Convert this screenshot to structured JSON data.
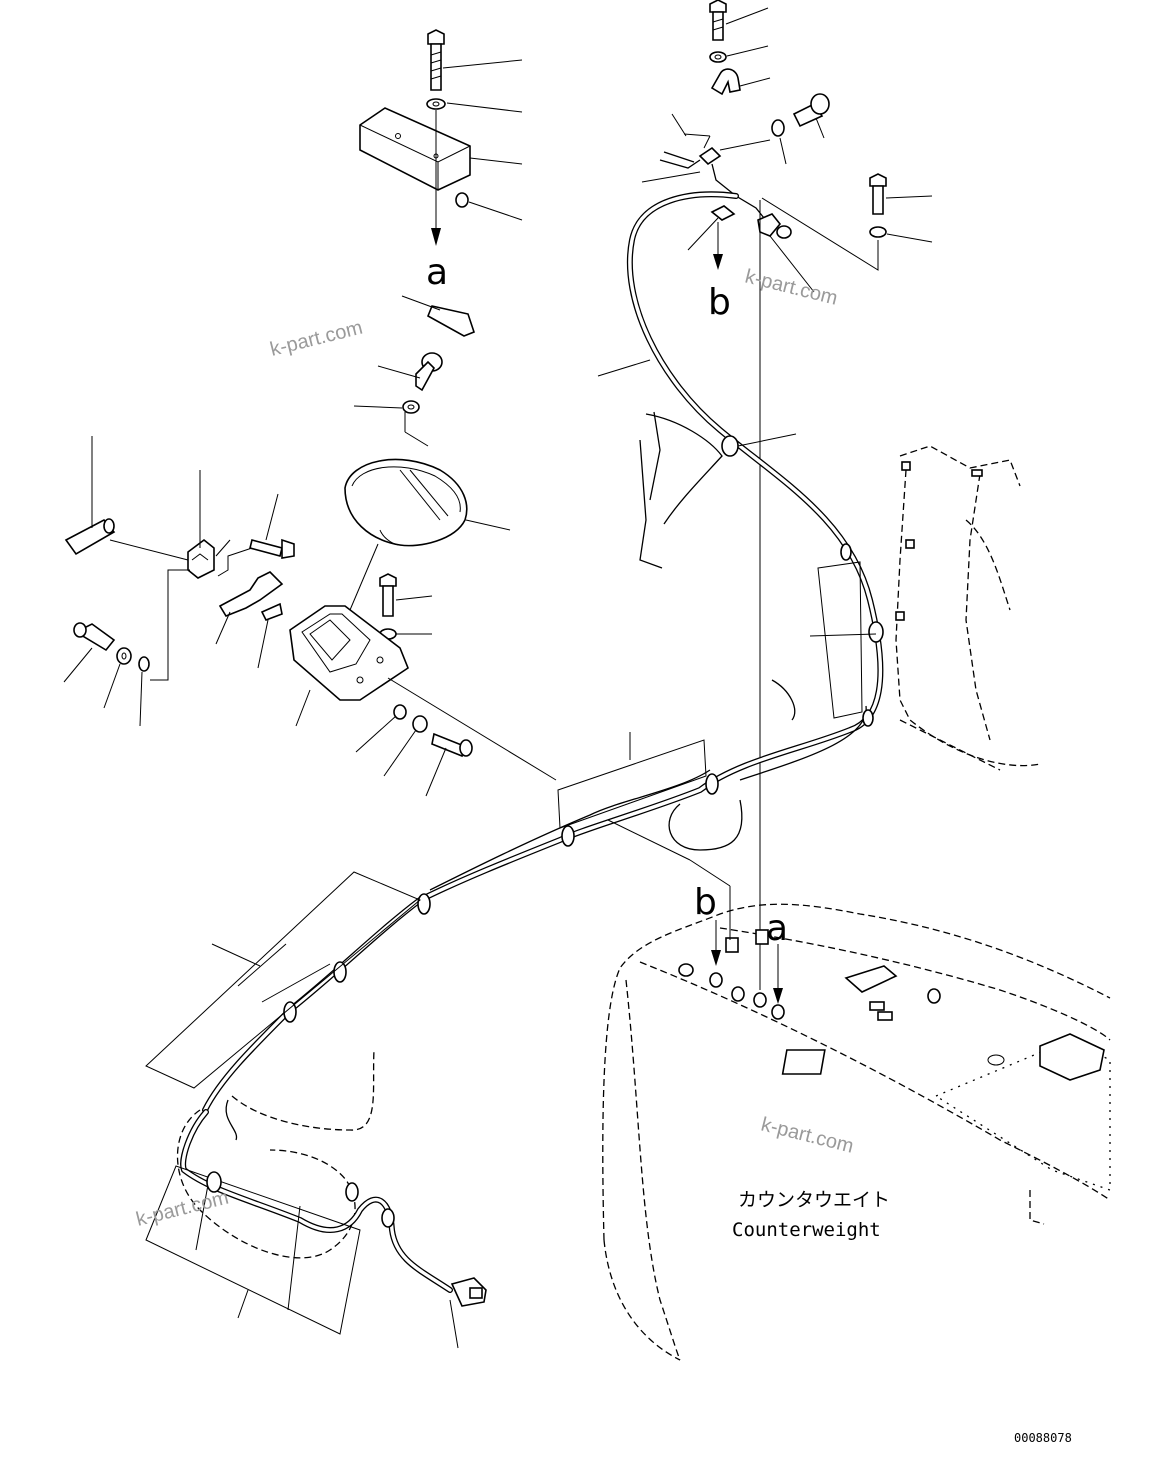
{
  "diagram": {
    "reference_marks": {
      "a": "a",
      "b": "b"
    },
    "counterweight": {
      "label_jp": "カウンタウエイト",
      "label_en": "Counterweight"
    },
    "watermark": "k-part.com",
    "drawing_number": "00088078"
  }
}
